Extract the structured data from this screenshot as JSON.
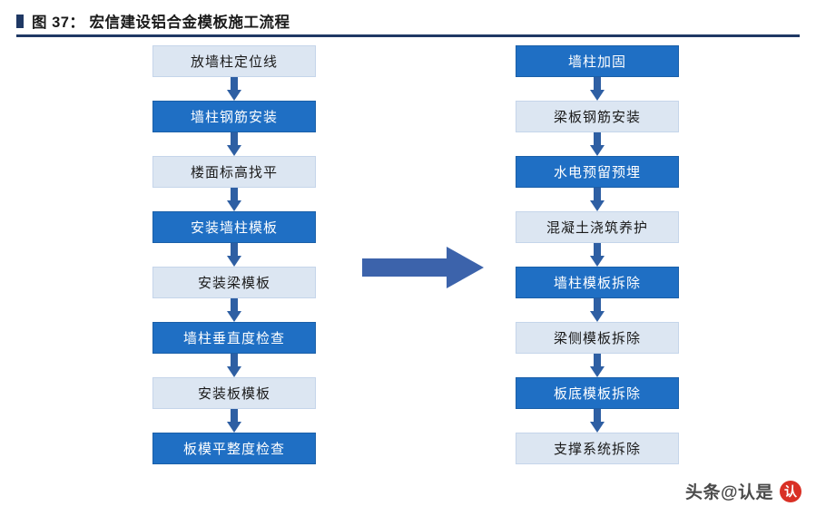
{
  "title": {
    "label": "图 37： 宏信建设铝合金模板施工流程"
  },
  "flow": {
    "left_column": [
      {
        "label": "放墙柱定位线",
        "style": "light"
      },
      {
        "label": "墙柱钢筋安装",
        "style": "blue"
      },
      {
        "label": "楼面标高找平",
        "style": "light"
      },
      {
        "label": "安装墙柱模板",
        "style": "blue"
      },
      {
        "label": "安装梁模板",
        "style": "light"
      },
      {
        "label": "墙柱垂直度检查",
        "style": "blue"
      },
      {
        "label": "安装板模板",
        "style": "light"
      },
      {
        "label": "板模平整度检查",
        "style": "blue"
      }
    ],
    "right_column": [
      {
        "label": "墙柱加固",
        "style": "blue"
      },
      {
        "label": "梁板钢筋安装",
        "style": "light"
      },
      {
        "label": "水电预留预埋",
        "style": "blue"
      },
      {
        "label": "混凝土浇筑养护",
        "style": "light"
      },
      {
        "label": "墙柱模板拆除",
        "style": "blue"
      },
      {
        "label": "梁侧模板拆除",
        "style": "light"
      },
      {
        "label": "板底模板拆除",
        "style": "blue"
      },
      {
        "label": "支撑系统拆除",
        "style": "light"
      }
    ]
  },
  "watermark": {
    "text": "头条@认是",
    "badge": "认"
  },
  "colors": {
    "accent_dark": "#1f3864",
    "node_blue": "#1f6fc4",
    "node_light": "#dce6f2",
    "arrow": "#2e5fa3",
    "mid_arrow": "#3c63ab"
  }
}
